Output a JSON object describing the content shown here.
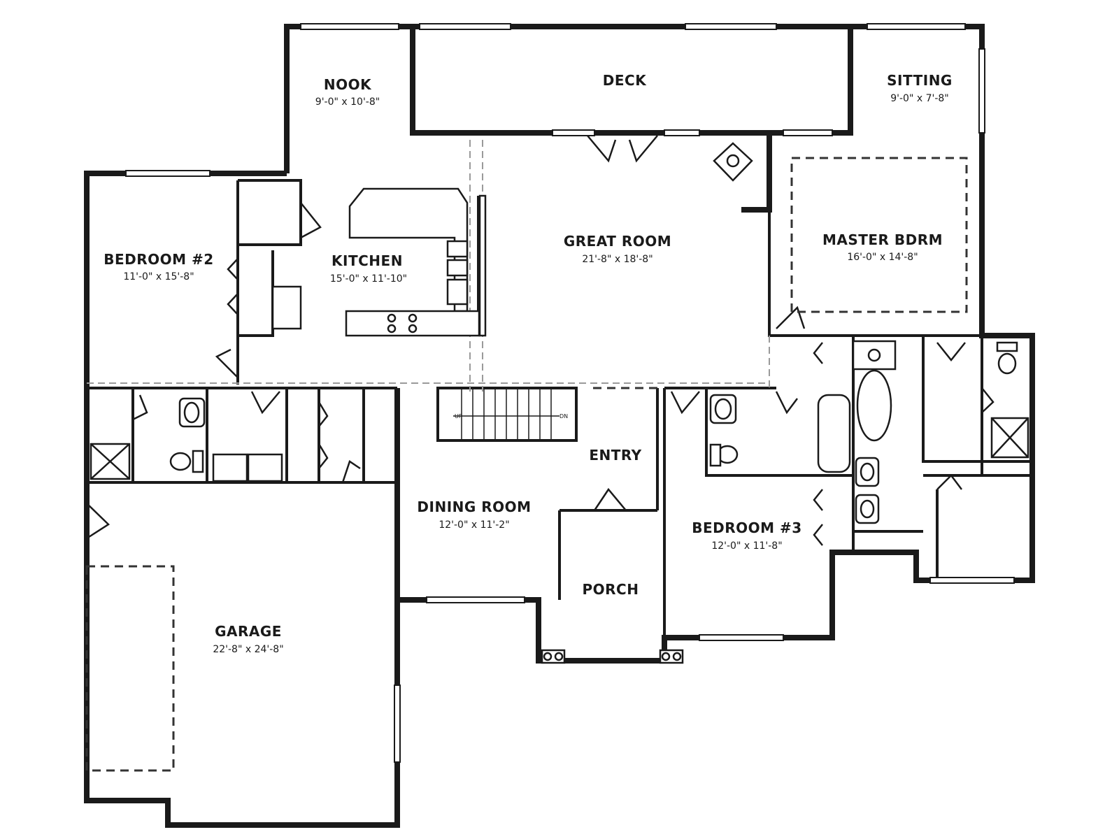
{
  "rooms": {
    "nook": {
      "name": "NOOK",
      "dim": "9'-0\" x 10'-8\""
    },
    "deck": {
      "name": "DECK"
    },
    "sitting": {
      "name": "SITTING",
      "dim": "9'-0\" x 7'-8\""
    },
    "bedroom2": {
      "name": "BEDROOM #2",
      "dim": "11'-0\" x 15'-8\""
    },
    "kitchen": {
      "name": "KITCHEN",
      "dim": "15'-0\" x 11'-10\""
    },
    "great_room": {
      "name": "GREAT ROOM",
      "dim": "21'-8\" x 18'-8\""
    },
    "master_bdrm": {
      "name": "MASTER BDRM",
      "dim": "16'-0\" x 14'-8\""
    },
    "entry": {
      "name": "ENTRY"
    },
    "dining_room": {
      "name": "DINING ROOM",
      "dim": "12'-0\" x 11'-2\""
    },
    "bedroom3": {
      "name": "BEDROOM #3",
      "dim": "12'-0\" x 11'-8\""
    },
    "porch": {
      "name": "PORCH"
    },
    "garage": {
      "name": "GARAGE",
      "dim": "22'-8\" x 24'-8\""
    }
  },
  "stairs": {
    "up": "UP",
    "down": "DN"
  }
}
